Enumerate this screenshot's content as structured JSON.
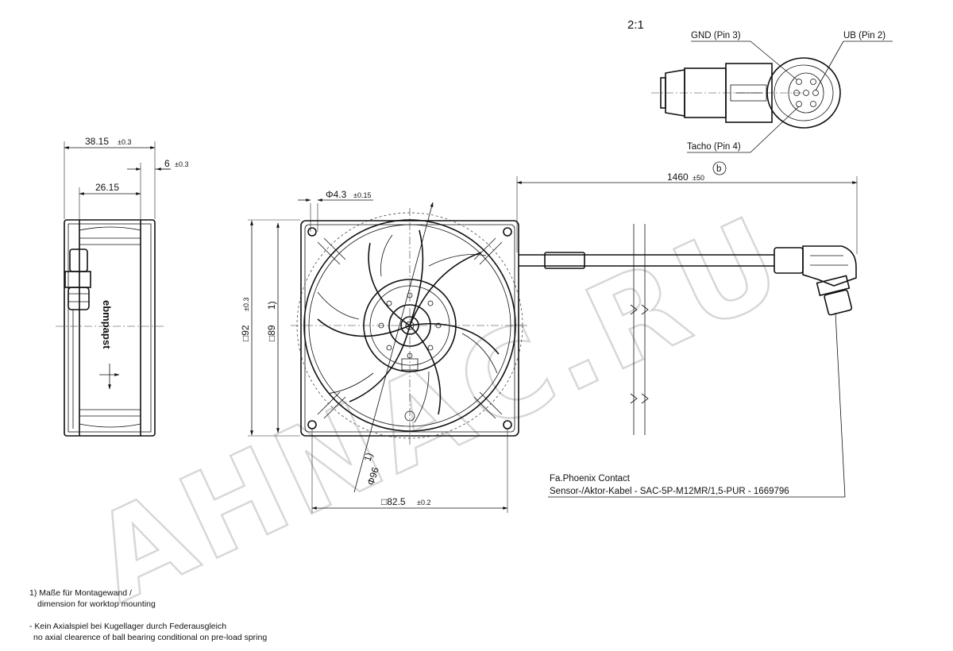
{
  "scale": "2:1",
  "watermark": "AHNAC.RU",
  "brand": "ebmpapst",
  "pins": {
    "gnd": "GND (Pin 3)",
    "ub": "UB (Pin 2)",
    "tacho": "Tacho (Pin 4)"
  },
  "dims": {
    "depth_total": "38.15",
    "depth_total_tol": "±0.3",
    "flange": "6",
    "flange_tol": "±0.3",
    "depth_body": "26.15",
    "hole": "Φ4.3",
    "hole_tol": "±0.15",
    "square_outer": "□92",
    "square_outer_tol": "±0.3",
    "note_ref_1": "1)",
    "square_mount": "□89",
    "hole_spacing": "□82.5",
    "hole_spacing_tol": "±0.2",
    "diameter": "Φ96",
    "diameter_note": "1)",
    "cable_length": "1460",
    "cable_length_tol": "±50",
    "cable_ref": "b"
  },
  "cable": {
    "maker": "Fa.Phoenix Contact",
    "spec": "Sensor-/Aktor-Kabel - SAC-5P-M12MR/1,5-PUR - 1669796"
  },
  "notes": {
    "n1_de": "1) Maße für Montagewand /",
    "n1_en": "dimension for worktop mounting",
    "n2_de": "- Kein Axialspiel bei Kugellager durch Federausgleich",
    "n2_en": "no axial clearence of ball bearing conditional on pre-load spring"
  }
}
